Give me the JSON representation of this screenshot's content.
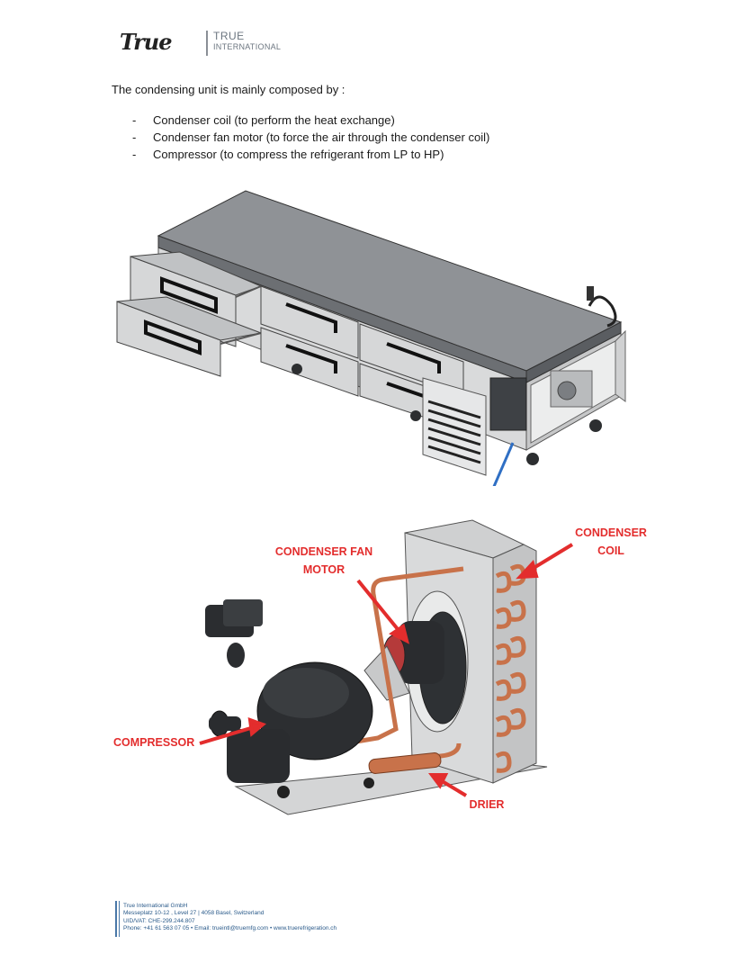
{
  "header": {
    "logo_script": "True",
    "logo_line1": "TRUE",
    "logo_line2": "INTERNATIONAL"
  },
  "body": {
    "intro": "The condensing unit is mainly composed by :",
    "bullets": [
      {
        "dash": "-",
        "text": "Condenser coil (to perform the heat exchange)"
      },
      {
        "dash": "-",
        "text": "Condenser fan motor (to force the air through the condenser coil)"
      },
      {
        "dash": "-",
        "text": "Compressor (to compress the refrigerant from LP to HP)"
      }
    ]
  },
  "callouts": {
    "condenser_coil": "CONDENSER COIL",
    "fan_motor": "CONDENSER FAN MOTOR",
    "compressor": "COMPRESSOR",
    "drier": "DRIER"
  },
  "colors": {
    "callout_red": "#e32d2d",
    "arrow_blue": "#2f6fc4",
    "footer_blue": "#2a5a8a",
    "copper": "#c8724a"
  },
  "footer": {
    "company": "True International GmbH",
    "address": "Messeplatz 10-12 , Level 27 | 4058 Basel, Switzerland",
    "vat": "UID/VAT: CHE-299.244.807",
    "contact": "Phone: +41 61 563 07 05 • Email: trueintl@truemfg.com • www.truerefrigeration.ch"
  }
}
